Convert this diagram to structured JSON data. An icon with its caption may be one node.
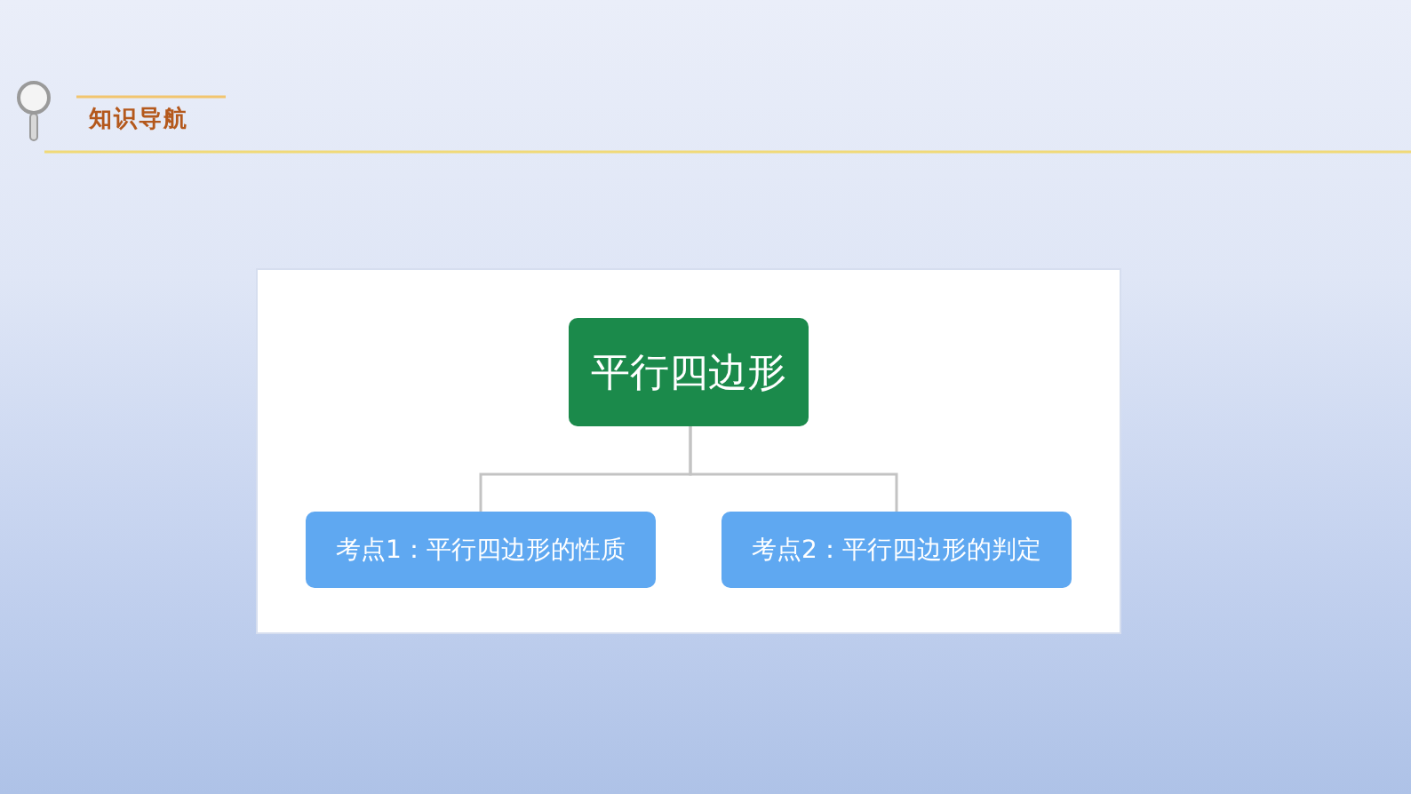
{
  "diagram": {
    "title": "知识导航",
    "nodes": [
      {
        "text": [
          "平行四边形"
        ]
      },
      {
        "text": [
          "考点1：平行四边形的性质"
        ]
      },
      {
        "text": [
          "考点2：平行四边形的判定"
        ]
      }
    ],
    "edges": [
      {
        "from": 0,
        "to": 1,
        "arrow": "none"
      },
      {
        "from": 0,
        "to": 2,
        "arrow": "none"
      }
    ]
  }
}
